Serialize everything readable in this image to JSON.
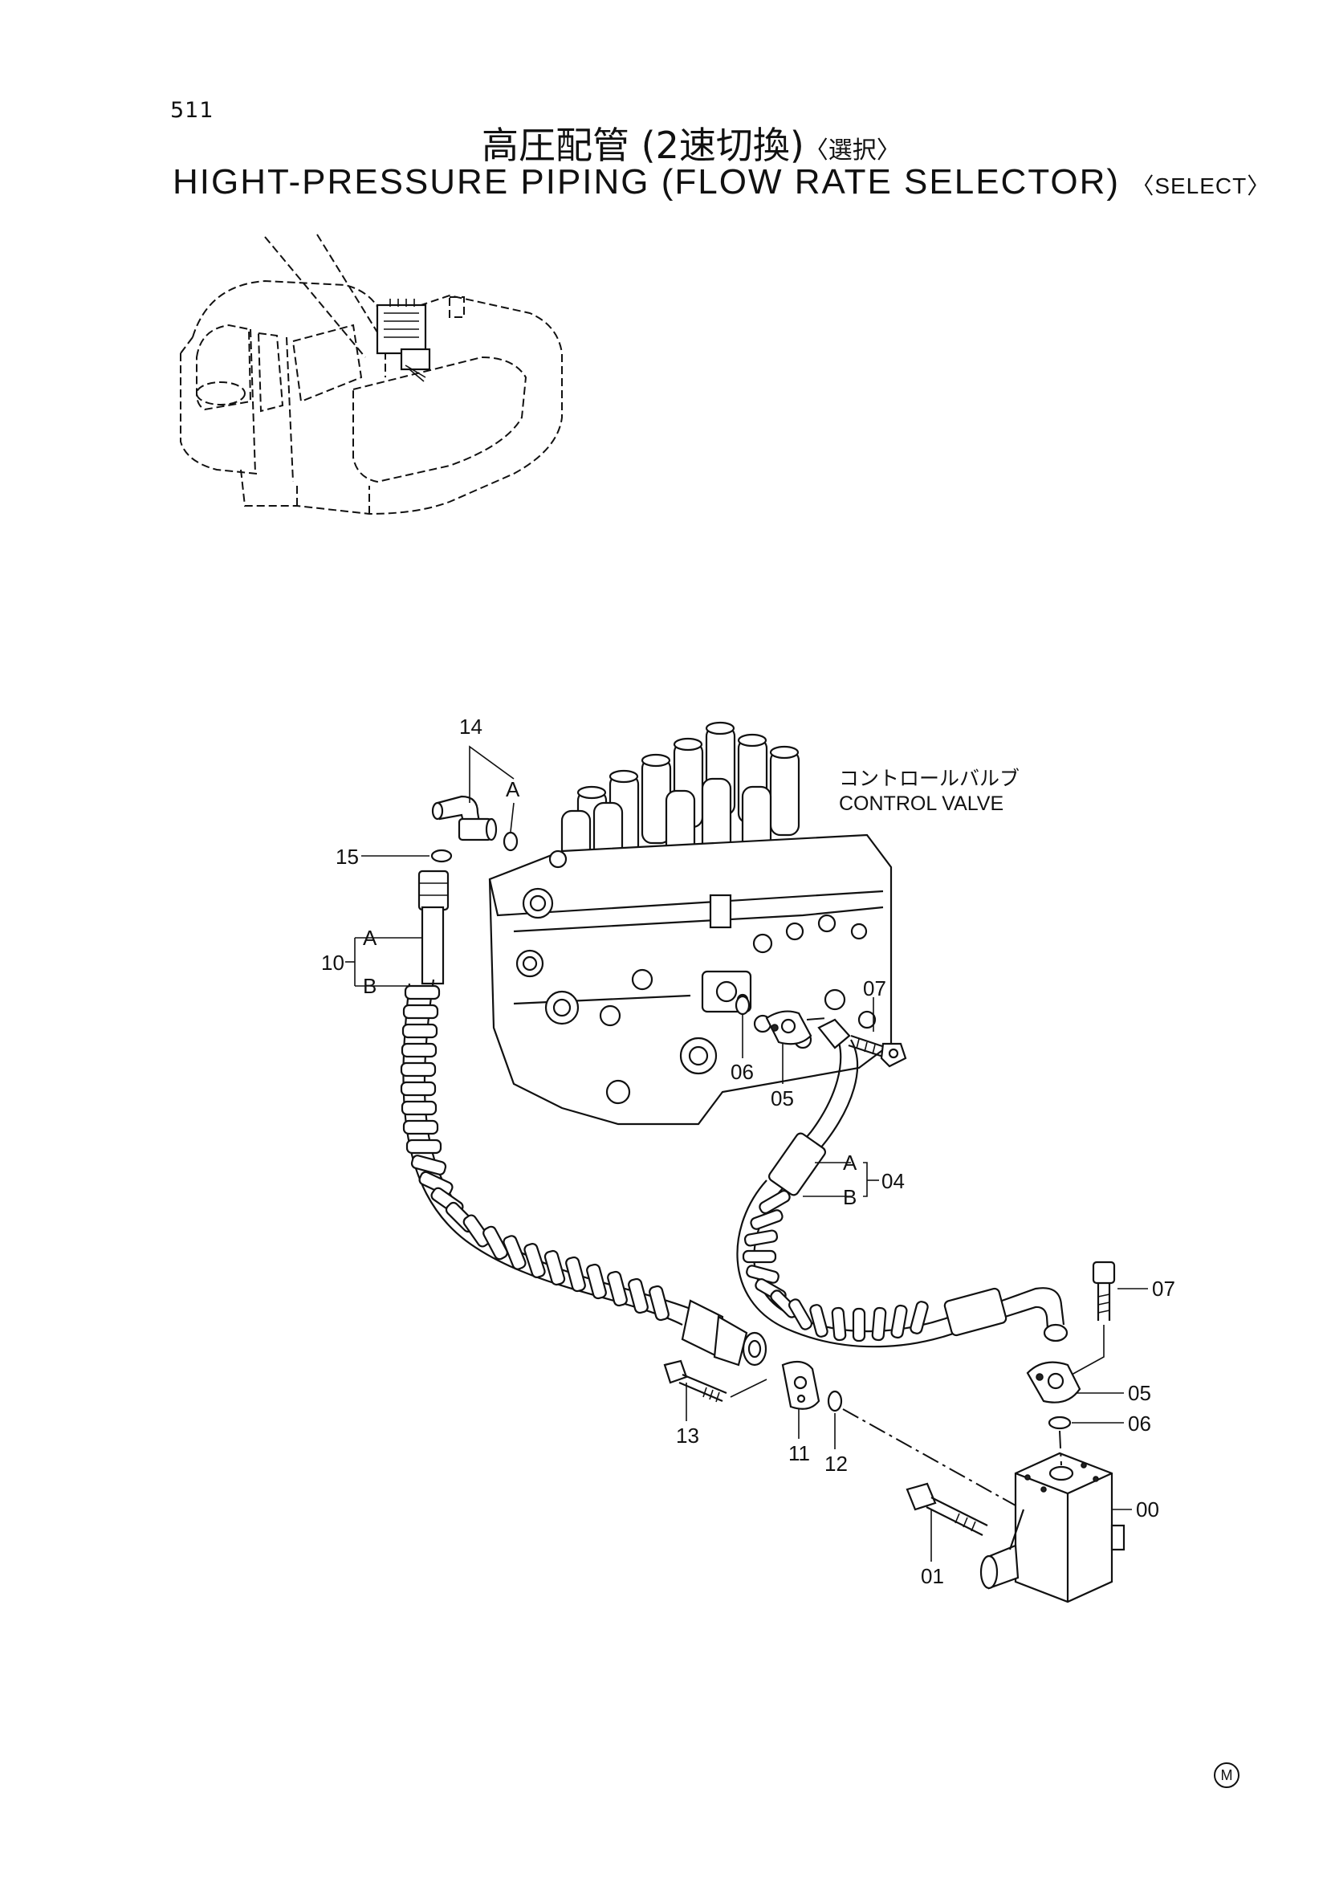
{
  "page_number": "511",
  "title_jp": "高圧配管 (2速切換)",
  "title_jp_suffix": "〈選択〉",
  "title_en": "HIGHT-PRESSURE PIPING (FLOW RATE SELECTOR)",
  "title_en_suffix": "〈SELECT〉",
  "control_valve_label_jp": "コントロールバルブ",
  "control_valve_label_en": "CONTROL VALVE",
  "callouts": {
    "c14": "14",
    "c14a": "A",
    "c15": "15",
    "c10": "10",
    "c10a": "A",
    "c10b": "B",
    "c07_top": "07",
    "c06_top": "06",
    "c05_top": "05",
    "c04": "04",
    "c04a": "A",
    "c04b": "B",
    "c07_right": "07",
    "c05_right": "05",
    "c06_right": "06",
    "c00": "00",
    "c01": "01",
    "c13": "13",
    "c11": "11",
    "c12": "12"
  },
  "corner_mark": "M"
}
